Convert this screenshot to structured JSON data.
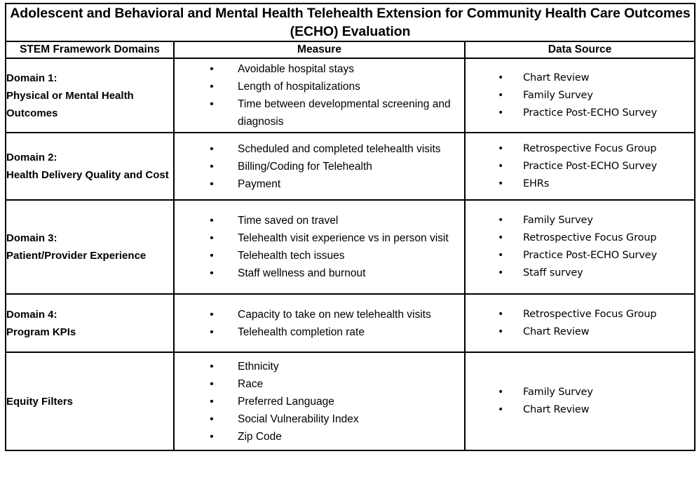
{
  "title": "Adolescent and Behavioral and Mental Health Telehealth Extension for Community Health Care Outcomes (ECHO) Evaluation",
  "bullet_glyph": "•",
  "columns": {
    "domains": "STEM Framework Domains",
    "measure": "Measure",
    "data_source": "Data Source"
  },
  "rows": [
    {
      "domain": "Domain 1:\nPhysical or Mental Health Outcomes",
      "measures": [
        "Avoidable hospital stays",
        "Length of hospitalizations",
        "Time between developmental screening and diagnosis"
      ],
      "sources": [
        "Chart Review",
        "Family Survey",
        "Practice Post-ECHO Survey"
      ]
    },
    {
      "domain": "Domain 2:\nHealth Delivery Quality and Cost",
      "measures": [
        "Scheduled and completed telehealth visits",
        "Billing/Coding for Telehealth",
        "Payment"
      ],
      "sources": [
        "Retrospective Focus Group",
        "Practice Post-ECHO Survey",
        "EHRs"
      ]
    },
    {
      "domain": "Domain 3:\nPatient/Provider Experience",
      "measures": [
        "Time saved on travel",
        "Telehealth visit experience vs in person visit",
        "Telehealth tech issues",
        "Staff wellness and burnout"
      ],
      "sources": [
        "Family Survey",
        "Retrospective Focus Group",
        "Practice Post-ECHO Survey",
        "Staff survey"
      ]
    },
    {
      "domain": "Domain 4:\nProgram KPIs",
      "measures": [
        "Capacity to take on new telehealth visits",
        "Telehealth completion rate"
      ],
      "sources": [
        "Retrospective Focus Group",
        "Chart Review"
      ]
    },
    {
      "domain": "Equity Filters",
      "measures": [
        "Ethnicity",
        "Race",
        "Preferred Language",
        "Social Vulnerability Index",
        "Zip Code"
      ],
      "sources": [
        "Family Survey",
        "Chart Review"
      ]
    }
  ],
  "colors": {
    "border": "#000000",
    "text": "#000000",
    "background": "#ffffff"
  }
}
